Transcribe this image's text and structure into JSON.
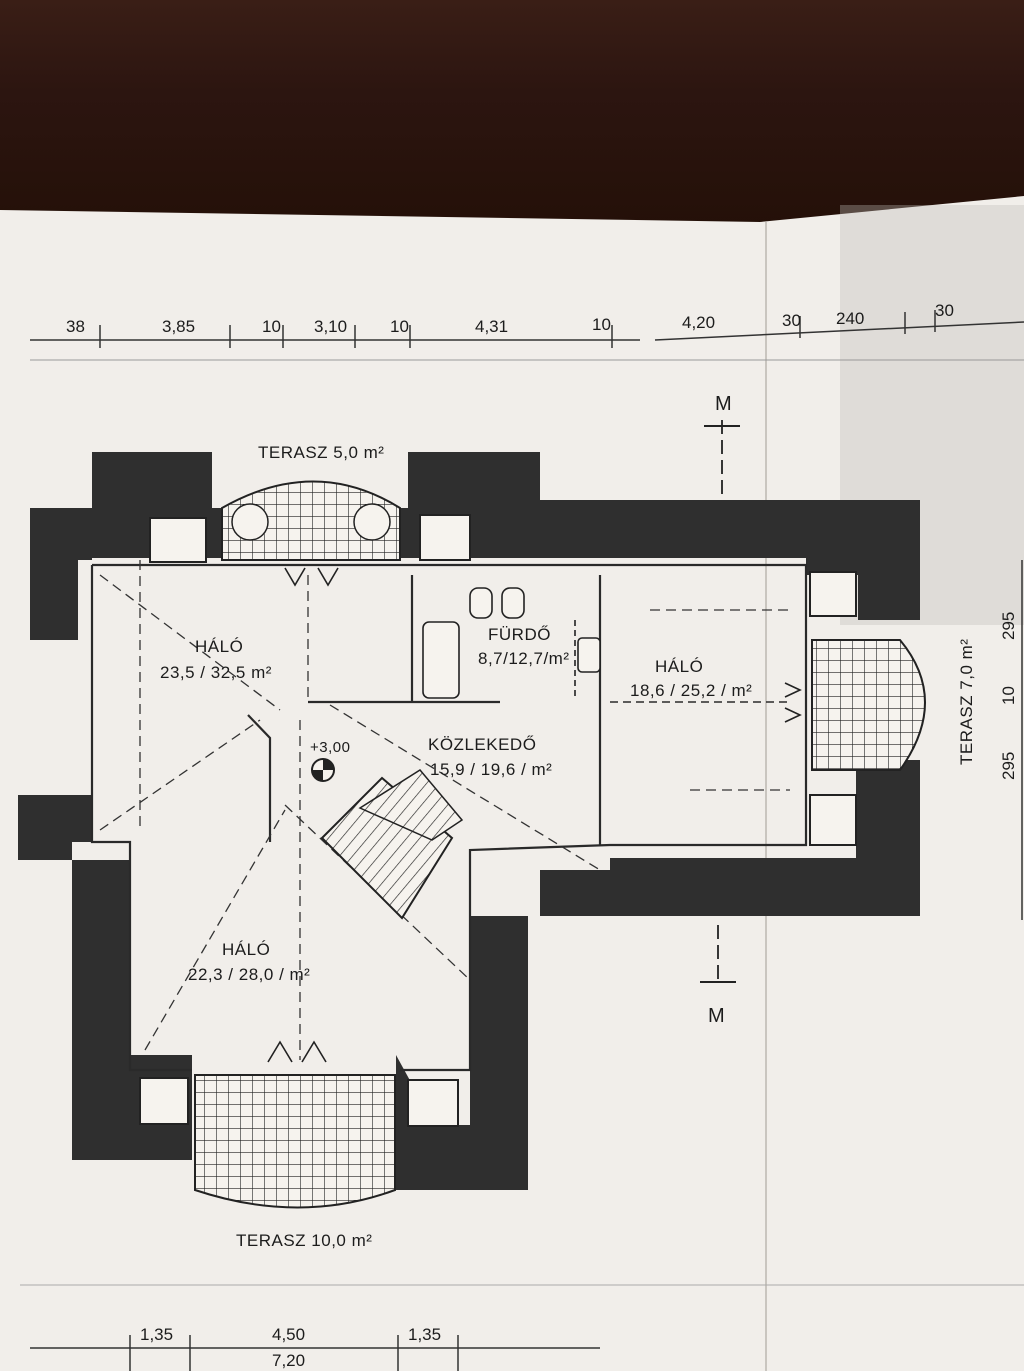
{
  "dimensions_top": [
    "38",
    "3,85",
    "10",
    "3,10",
    "10",
    "4,31",
    "10",
    "4,20",
    "30",
    "240",
    "30"
  ],
  "dimensions_right": [
    "295",
    "10",
    "295"
  ],
  "dimensions_bottom": [
    "1,35",
    "4,50",
    "1,35",
    "7,20"
  ],
  "section_marker": "M",
  "level": "+3,00",
  "terraces": {
    "top": "TERASZ 5,0 m²",
    "right": "TERASZ 7,0 m²",
    "bottom": "TERASZ 10,0 m²"
  },
  "rooms": {
    "halo_nw": {
      "name": "HÁLÓ",
      "area": "23,5 / 32,5 m²"
    },
    "furdo": {
      "name": "FÜRDŐ",
      "area": "8,7/12,7/m²"
    },
    "halo_e": {
      "name": "HÁLÓ",
      "area": "18,6 / 25,2 / m²"
    },
    "kozlekedo": {
      "name": "KÖZLEKEDŐ",
      "area": "15,9 / 19,6 / m²"
    },
    "halo_sw": {
      "name": "HÁLÓ",
      "area": "22,3 / 28,0 / m²"
    }
  }
}
